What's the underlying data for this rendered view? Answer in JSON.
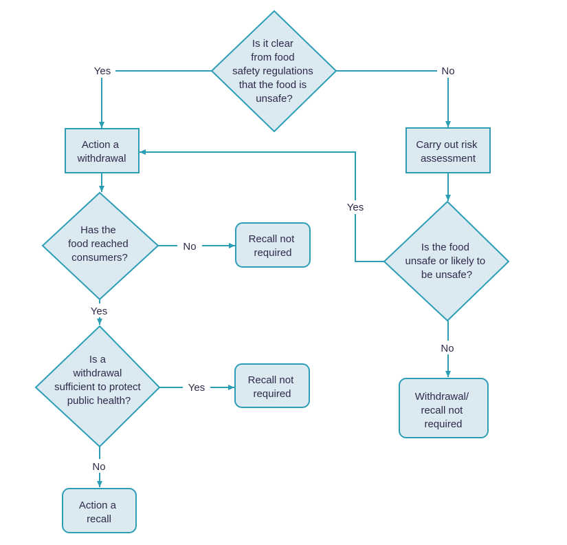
{
  "colors": {
    "stroke": "#2b9db5",
    "fill": "#dbe9f1",
    "text": "#2e2a4a",
    "background": "#ffffff"
  },
  "nodes": {
    "d1": [
      "Is it clear",
      "from food",
      "safety regulations",
      "that the food is",
      "unsafe?"
    ],
    "r1": [
      "Action a",
      "withdrawal"
    ],
    "r2": [
      "Carry out risk",
      "assessment"
    ],
    "d2": [
      "Has the",
      "food reached",
      "consumers?"
    ],
    "d3": [
      "Is the food",
      "unsafe or likely to",
      "be unsafe?"
    ],
    "r3": [
      "Recall not",
      "required"
    ],
    "d4": [
      "Is a",
      "withdrawal",
      "sufficient to protect",
      "public health?"
    ],
    "r4": [
      "Recall not",
      "required"
    ],
    "r5": [
      "Withdrawal/",
      "recall not",
      "required"
    ],
    "r6": [
      "Action a",
      "recall"
    ]
  },
  "edge_labels": {
    "d1_yes": "Yes",
    "d1_no": "No",
    "d3_yes": "Yes",
    "d2_no": "No",
    "d2_yes": "Yes",
    "d3_no": "No",
    "d4_yes": "Yes",
    "d4_no": "No"
  }
}
